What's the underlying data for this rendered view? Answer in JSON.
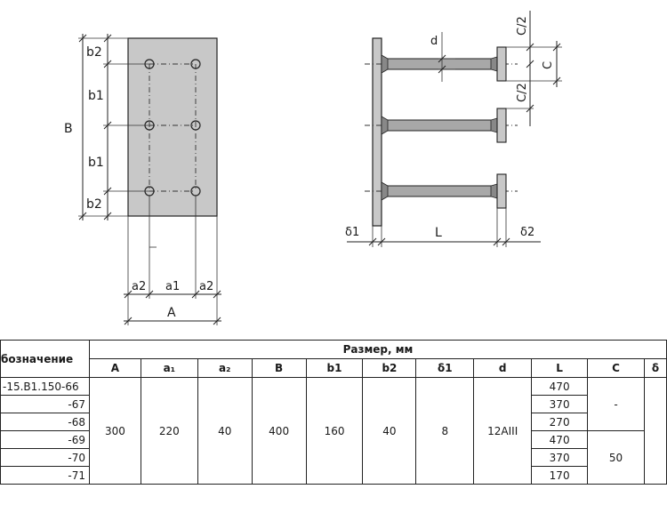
{
  "plan_view": {
    "labels": {
      "b2_top": "b2",
      "b1_upper": "b1",
      "b1_lower": "b1",
      "b2_bottom": "b2",
      "B": "B",
      "a2_left": "a2",
      "a1": "a1",
      "a2_right": "a2",
      "A": "A"
    }
  },
  "side_view": {
    "labels": {
      "d": "d",
      "c_half_top": "C/2",
      "c": "C",
      "c_half_bottom": "C/2",
      "delta1": "δ1",
      "L": "L",
      "delta2": "δ2"
    }
  },
  "table": {
    "header_designation": "бозначение",
    "header_group": "Размер, мм",
    "columns": [
      "A",
      "a₁",
      "a₂",
      "B",
      "b1",
      "b2",
      "δ1",
      "d",
      "L",
      "C",
      "δ"
    ],
    "rows": [
      {
        "designation": "-15.В1.150-66",
        "L": "470"
      },
      {
        "designation": "-67",
        "L": "370"
      },
      {
        "designation": "-68",
        "L": "270"
      },
      {
        "designation": "-69",
        "L": "470"
      },
      {
        "designation": "-70",
        "L": "370"
      },
      {
        "designation": "-71",
        "L": "170"
      }
    ],
    "shared": {
      "A": "300",
      "a1": "220",
      "a2": "40",
      "B": "400",
      "b1": "160",
      "b2": "40",
      "delta1": "8",
      "d": "12AIII",
      "C_first": "-",
      "C_second": "50"
    }
  }
}
